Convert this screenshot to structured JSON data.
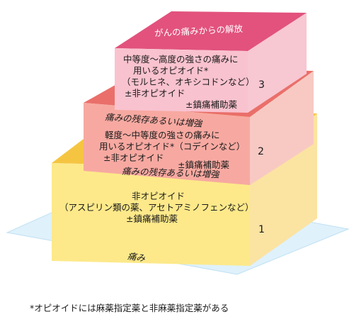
{
  "base": {
    "label": "痛み"
  },
  "level1": {
    "step": "1",
    "stripe": "痛みの残存あるいは増強",
    "lines": [
      "非オピオイド",
      "（アスピリン類の薬、アセトアミノフェンなど）",
      "±鎮痛補助薬"
    ]
  },
  "level2": {
    "step": "2",
    "stripe": "痛みの残存あるいは増強",
    "lines": [
      "軽度～中等度の強さの痛みに",
      "用いるオピオイド*（コデインなど）",
      "±非オピオイド",
      "±鎮痛補助薬"
    ]
  },
  "level3": {
    "step": "3",
    "title": "がんの痛みからの解放",
    "lines": [
      "中等度～高度の強さの痛みに",
      "用いるオピオイド*",
      "（モルヒネ、オキシコドンなど）",
      "±非オピオイド",
      "±鎮痛補助薬"
    ]
  },
  "footnote": "*オピオイドには麻薬指定薬と非麻薬指定薬がある",
  "colors": {
    "base_fill": "#dff1fb",
    "base_edge": "#bfe0f3",
    "l1_front": "#fde98a",
    "l1_top": "#f5c542",
    "l1_side": "#fbe3a2",
    "l2_front": "#f7a9a1",
    "l2_top": "#ea6f6a",
    "l2_side": "#f8c9c3",
    "l3_front": "#f9c2cf",
    "l3_top": "#e2527d",
    "l3_side": "#f7c7d2"
  }
}
